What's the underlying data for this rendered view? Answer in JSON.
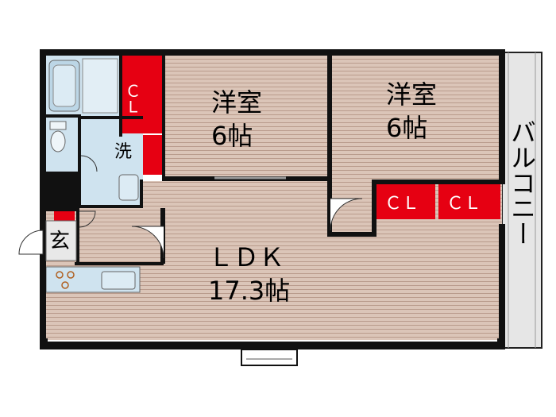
{
  "rooms": {
    "western1": {
      "name": "洋室",
      "size": "6帖"
    },
    "western2": {
      "name": "洋室",
      "size": "6帖"
    },
    "ldk": {
      "name": "ＬＤＫ",
      "size": "17.3帖"
    }
  },
  "closets": {
    "cl_topleft": "ＣＬ",
    "cl_mid": "ＣＬ",
    "cl_right": "ＣＬ"
  },
  "labels": {
    "balcony": "バルコニー",
    "wash": "洗",
    "entrance": "玄"
  },
  "colors": {
    "wall": "#111111",
    "floor": "#d9c2b5",
    "floor_line": "#b89a8b",
    "closet": "#e60012",
    "wet": "#cfe3ef",
    "balcony": "#e6e6e6"
  }
}
